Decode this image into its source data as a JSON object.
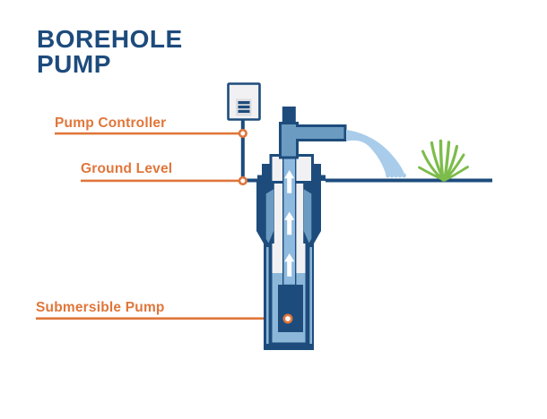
{
  "title": "BOREHOLE PUMP",
  "labels": {
    "pump_controller": "Pump Controller",
    "ground_level": "Ground Level",
    "submersible_pump": "Submersible Pump"
  },
  "colors": {
    "navy": "#1D4C7C",
    "steel_blue": "#6C9BC2",
    "pipe_blue": "#8FBADF",
    "water_blue": "#A9CCEA",
    "chamber_blue": "#8CB7D9",
    "panel_light": "#F1F1F3",
    "accent_orange": "#E0763A",
    "grass_green": "#7DBC4B",
    "title_navy": "#1D4B7C"
  },
  "icons": {
    "controller": "menu-lines-icon",
    "flow": "up-arrow-icon",
    "vegetation": "grass-icon",
    "connector": "dot-connector-icon"
  }
}
